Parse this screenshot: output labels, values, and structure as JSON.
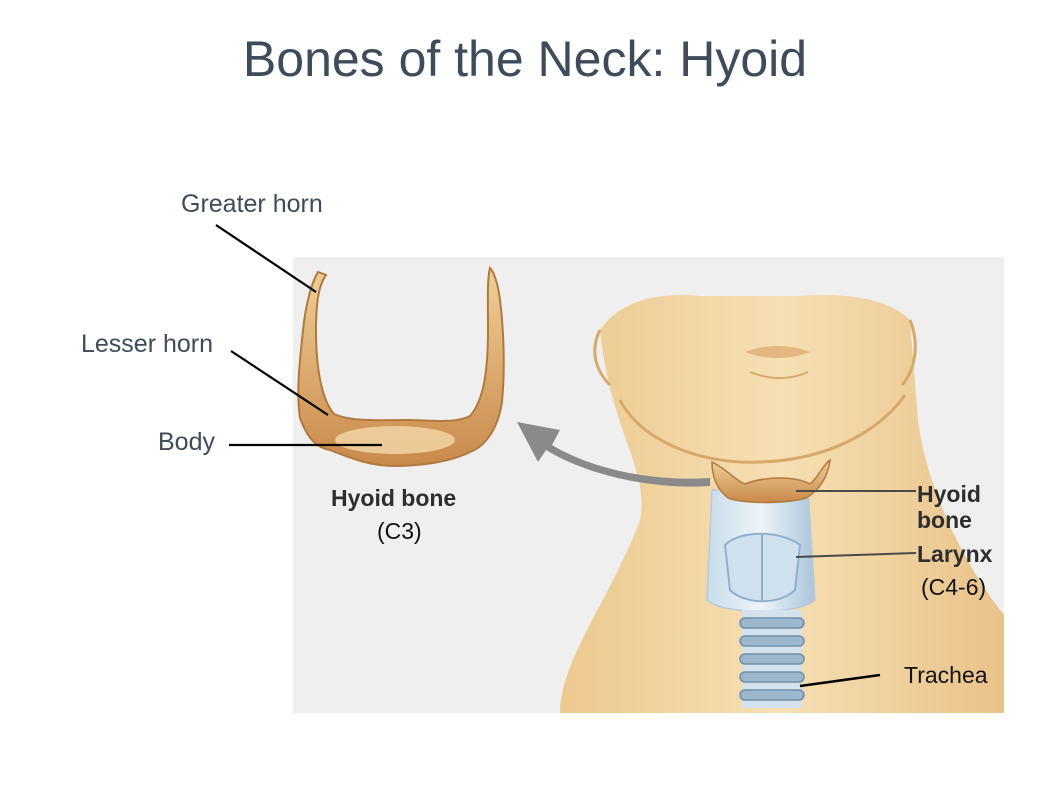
{
  "slide": {
    "title": "Bones of the Neck: Hyoid"
  },
  "labels": {
    "greater_horn": "Greater horn",
    "lesser_horn": "Lesser horn",
    "body": "Body",
    "hyoid_bone": "Hyoid bone",
    "hyoid_level": "(C3)",
    "hyoid_line1": "Hyoid",
    "hyoid_line2": "bone",
    "larynx": "Larynx",
    "larynx_level": "(C4-6)",
    "trachea": "Trachea"
  },
  "colors": {
    "title": "#3f4b5b",
    "panel": "#efefef",
    "skin": "#f3d6a4",
    "bone": "#e2b477",
    "larynx": "#a9c9e3",
    "arrow": "#8a8a8a"
  }
}
